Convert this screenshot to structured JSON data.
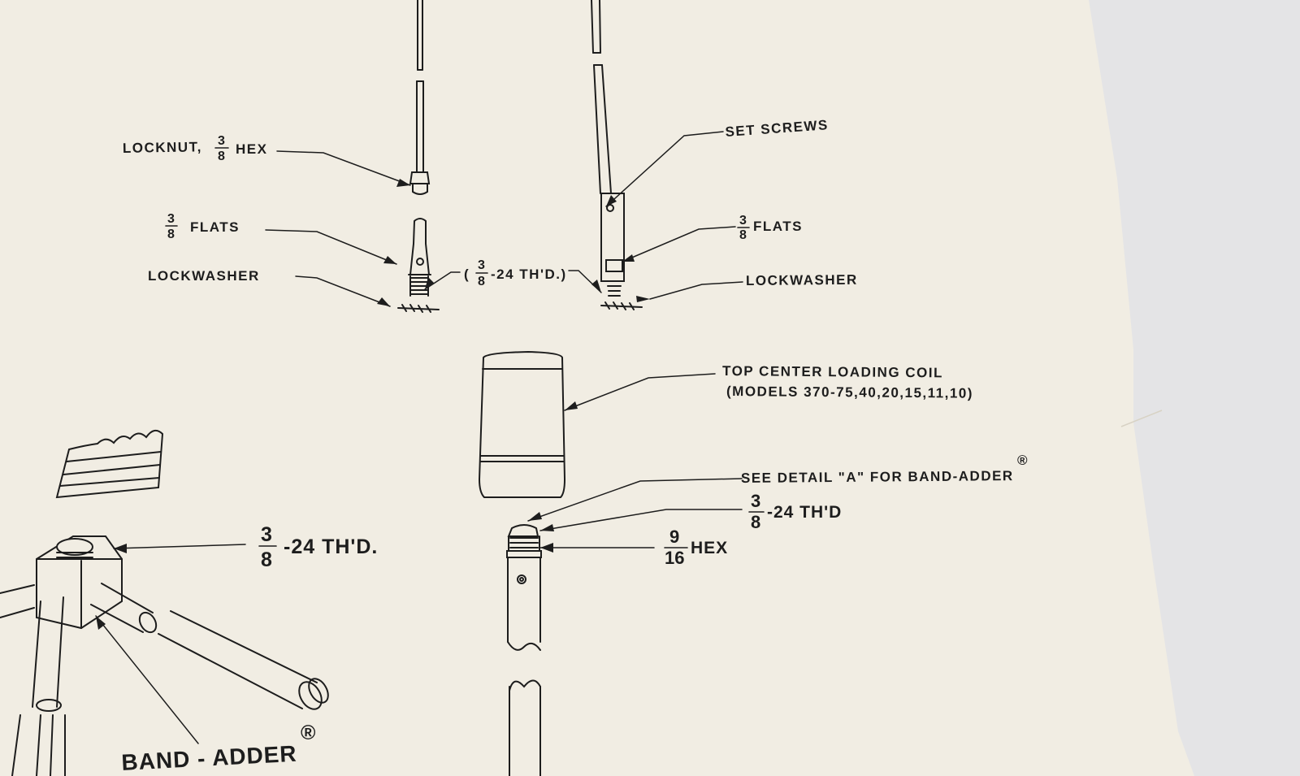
{
  "diagram": {
    "labels": {
      "locknut": "LOCKNUT,",
      "locknut_hex": "HEX",
      "flats_left": "FLATS",
      "lockwasher_left": "LOCKWASHER",
      "thread_center": "-24 TH'D.)",
      "set_screws": "SET SCREWS",
      "flats_right": "FLATS",
      "lockwasher_right": "LOCKWASHER",
      "coil_line1": "TOP CENTER LOADING COIL",
      "coil_line2": "(MODELS 370-75,40,20,15,11,10)",
      "see_detail": "SEE DETAIL \"A\" FOR BAND-ADDER",
      "registered": "®",
      "thread_right": "-24 TH'D",
      "hex_right": "HEX",
      "thread_left_big": "-24 TH'D.",
      "band_adder": "BAND - ADDER",
      "band_adder_reg": "®"
    },
    "fractions": {
      "three_eighths_num": "3",
      "three_eighths_den": "8",
      "nine_sixteenths_num": "9",
      "nine_sixteenths_den": "16"
    },
    "colors": {
      "paper": "#f1ede3",
      "ink": "#1d1d1d",
      "background": "#e4e4e6"
    }
  }
}
